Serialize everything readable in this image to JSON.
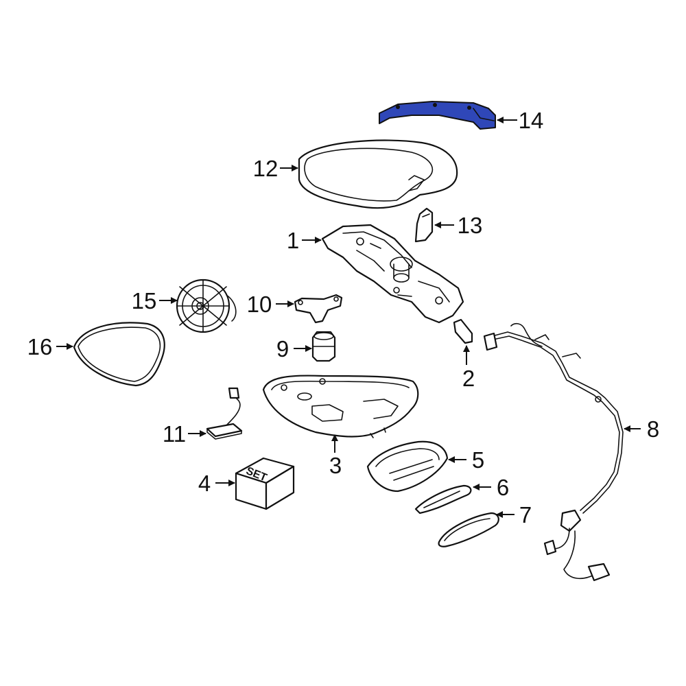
{
  "diagram": {
    "highlight_color": "#2f47b8",
    "outline_color": "#111111",
    "parts": [
      {
        "id": "1",
        "label": "1"
      },
      {
        "id": "2",
        "label": "2"
      },
      {
        "id": "3",
        "label": "3"
      },
      {
        "id": "4",
        "label": "4",
        "box_text": "SET"
      },
      {
        "id": "5",
        "label": "5"
      },
      {
        "id": "6",
        "label": "6"
      },
      {
        "id": "7",
        "label": "7"
      },
      {
        "id": "8",
        "label": "8"
      },
      {
        "id": "9",
        "label": "9"
      },
      {
        "id": "10",
        "label": "10"
      },
      {
        "id": "11",
        "label": "11"
      },
      {
        "id": "12",
        "label": "12"
      },
      {
        "id": "13",
        "label": "13"
      },
      {
        "id": "14",
        "label": "14",
        "highlighted": true
      },
      {
        "id": "15",
        "label": "15"
      },
      {
        "id": "16",
        "label": "16"
      }
    ]
  }
}
